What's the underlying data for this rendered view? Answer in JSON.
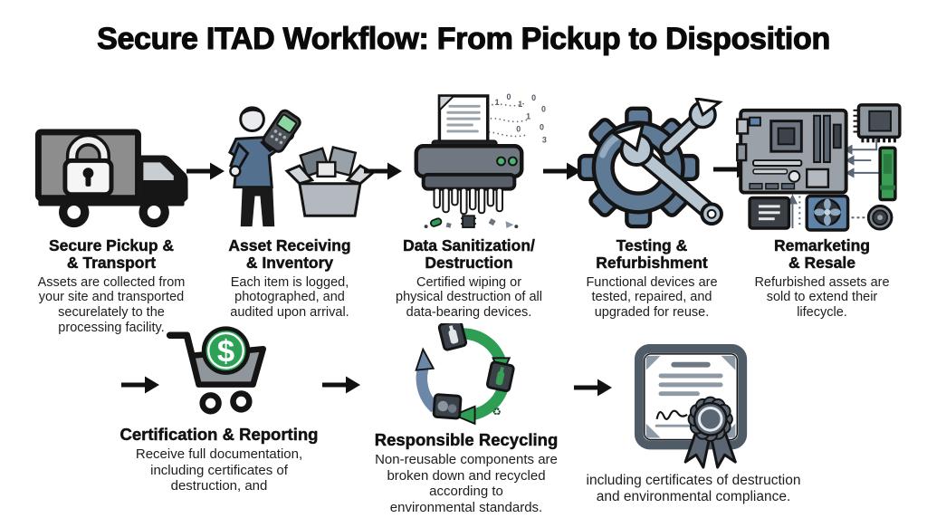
{
  "title": "Secure ITAD Workflow: From Pickup to Disposition",
  "colors": {
    "background": "#ffffff",
    "ink": "#141414",
    "accent_green": "#2da257",
    "steel_blue": "#5e7a95",
    "recycle_blue": "#6c87a8",
    "slate_gray": "#5a6673"
  },
  "arrow_icon": "right-arrow",
  "row1": [
    {
      "icon": "secure-truck-icon",
      "title": "Secure Pickup &\n& Transport",
      "description": "Assets are collected from\nyour site and transported\nsecurelately to the\nprocessing facility."
    },
    {
      "icon": "asset-scanning-icon",
      "title": "Asset Receiving\n& Inventory",
      "description": "Each item is logged,\nphotographed, and\naudited upon arrival."
    },
    {
      "icon": "shredder-icon",
      "title": "Data Sanitization/\nDestruction",
      "description": "Certified wiping or\nphysical destruction of all\ndata-bearing devices."
    },
    {
      "icon": "gear-wrench-icon",
      "title": "Testing &\nRefurbishment",
      "description": "Functional devices are\ntested, repaired, and\nupgraded for reuse."
    },
    {
      "icon": "components-icon",
      "title": "Remarketing\n& Resale",
      "description": "Refurbished assets are\nsold to extend their\nlifecycle."
    }
  ],
  "row2": [
    {
      "icon": "cart-dollar-icon",
      "title": "Certification & Reporting",
      "description": "Receive full documentation,\nincluding certificates of\ndestruction, and"
    },
    {
      "icon": "recycling-icon",
      "title": "Responsible Recycling",
      "description": "Non-reusable components are\nbroken down and recycled\naccording to\nenvironmental standards."
    },
    {
      "icon": "certificate-icon",
      "title": "",
      "description": "including certificates of destruction\nand environmental compliance."
    }
  ]
}
